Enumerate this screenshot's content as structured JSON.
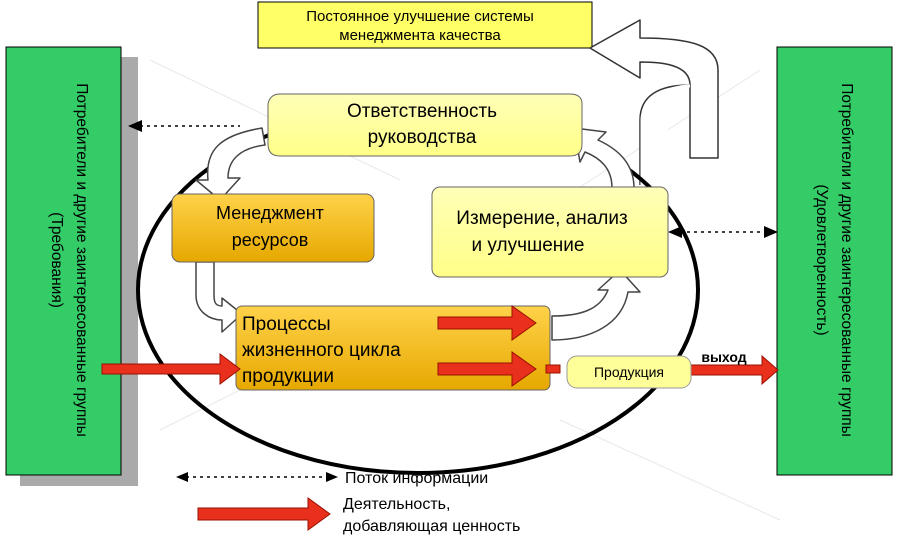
{
  "title_box": {
    "line1": "Постоянное улучшение системы",
    "line2": "менеджмента качества"
  },
  "left_panel": {
    "line1": "Потребители и другие заинтересованные группы",
    "line2": "(Требования)"
  },
  "right_panel": {
    "line1": "Потребители и другие заинтересованные группы",
    "line2": "(Удовлетворенность)"
  },
  "boxes": {
    "management": {
      "line1": "Ответственность",
      "line2": "руководства"
    },
    "resources": {
      "line1": "Менеджмент",
      "line2": "ресурсов"
    },
    "measurement": {
      "line1": "Измерение, анализ",
      "line2": "и улучшение"
    },
    "processes": {
      "line1": "Процессы",
      "line2": "жизненного цикла",
      "line3": "продукции"
    },
    "product": {
      "label": "Продукция"
    }
  },
  "output_label": "выход",
  "legend": {
    "info_flow": "Поток информации",
    "value_line1": "Деятельность,",
    "value_line2": "добавляющая ценность"
  },
  "colors": {
    "panel_green": "#33cc66",
    "box_yellow": "#ffff99",
    "box_gold": "#f0b400",
    "arrow_red": "#e8301c",
    "title_yellow": "#ffff66"
  }
}
